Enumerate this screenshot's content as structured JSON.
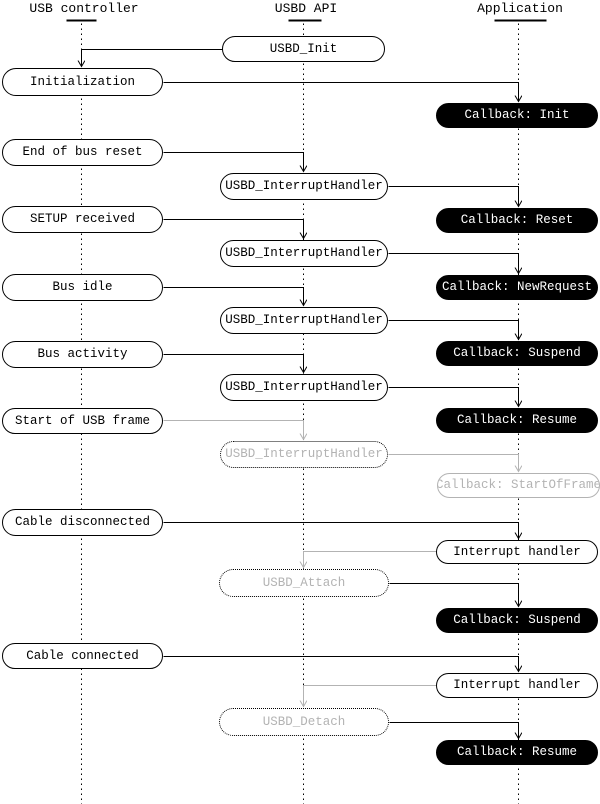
{
  "colors": {
    "gray": "#b3b3b3",
    "ink": "#000000",
    "paper": "#ffffff"
  },
  "columns": {
    "usb_controller": {
      "title": "USB controller"
    },
    "usbd_api": {
      "title": "USBD API"
    },
    "application": {
      "title": "Application"
    }
  },
  "events": {
    "usbd_init": "USBD_Init",
    "usbd_interrupt_handler": "USBD_InterruptHandler",
    "usbd_attach": "USBD_Attach",
    "usbd_detach": "USBD_Detach",
    "initialization": "Initialization",
    "end_of_bus_reset": "End of bus reset",
    "setup_received": "SETUP received",
    "bus_idle": "Bus idle",
    "bus_activity": "Bus activity",
    "start_of_usb_frame": "Start of USB frame",
    "cable_disconnected": "Cable disconnected",
    "cable_connected": "Cable connected",
    "callback_init": "Callback: Init",
    "callback_reset": "Callback: Reset",
    "callback_newrequest": "Callback: NewRequest",
    "callback_suspend": "Callback: Suspend",
    "callback_resume": "Callback: Resume",
    "callback_startofframe": "Callback: StartOfFrame",
    "interrupt_handler": "Interrupt handler"
  }
}
